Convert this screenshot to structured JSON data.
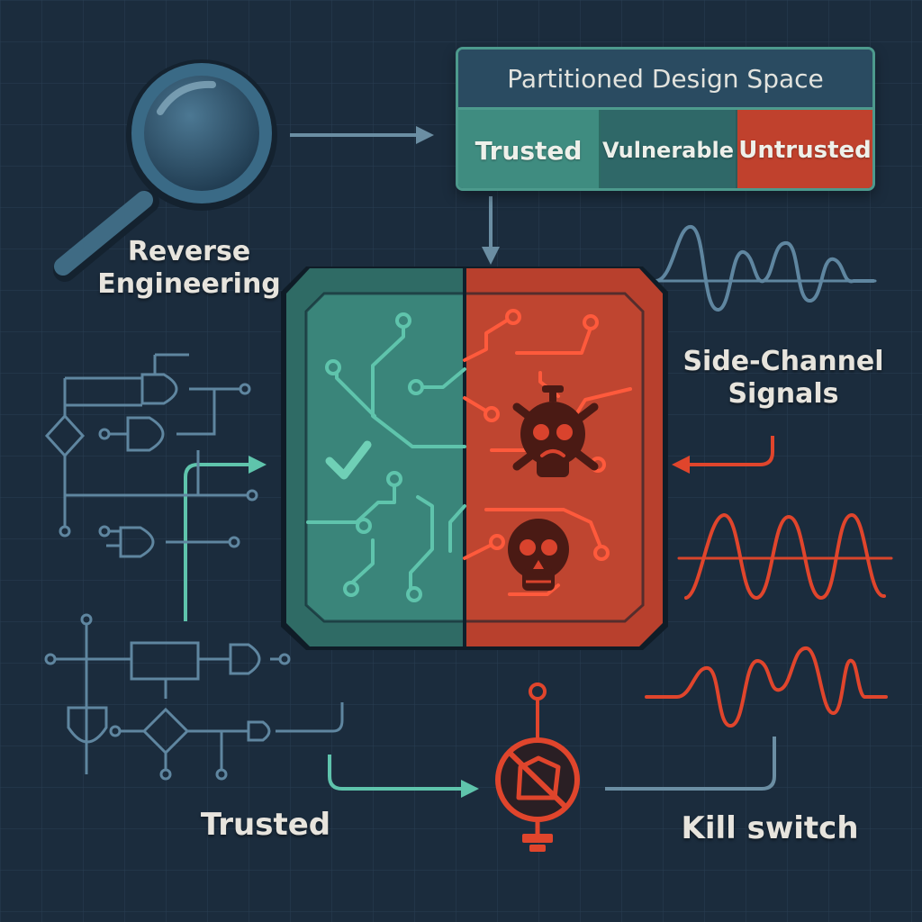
{
  "labels": {
    "reverse_engineering": "Reverse\nEngineering",
    "side_channel": "Side-Channel\nSignals",
    "trusted": "Trusted",
    "kill_switch": "Kill switch"
  },
  "partition": {
    "title": "Partitioned Design Space",
    "zones": [
      "Trusted",
      "Vulnerable",
      "Untrusted"
    ]
  },
  "icons": [
    "magnifier-icon",
    "checkmark-icon",
    "skull-icon",
    "kill-switch-icon"
  ],
  "colors": {
    "background": "#1b2c3d",
    "trusted": "#3f8c80",
    "vulnerable": "#2f6868",
    "untrusted": "#c0412d",
    "circuit_teal": "#5fc4ac",
    "circuit_red": "#ff5a3c",
    "arrow": "#6b8ea3",
    "label": "#e7e4dd"
  }
}
